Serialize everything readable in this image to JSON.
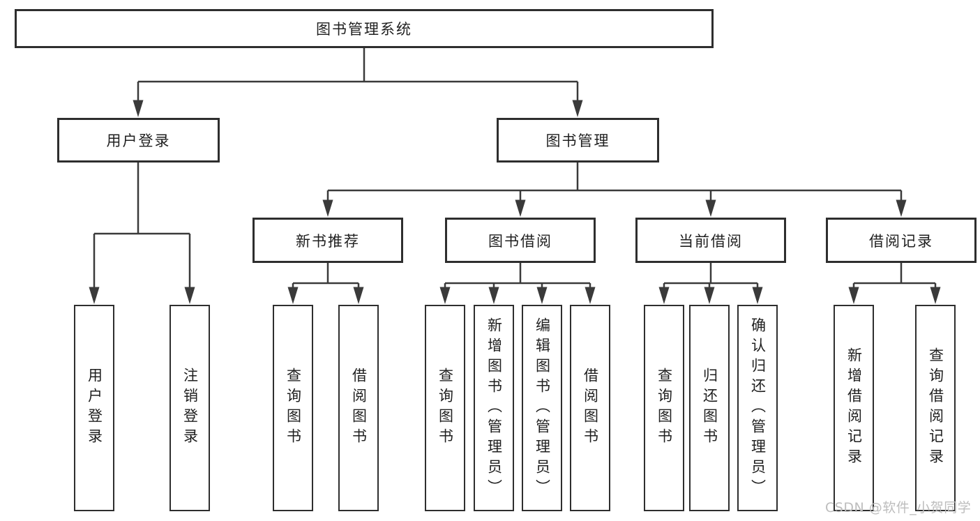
{
  "diagram": {
    "root": {
      "label": "图书管理系统"
    },
    "level2": [
      {
        "label": "用户登录"
      },
      {
        "label": "图书管理"
      }
    ],
    "level3": [
      {
        "label": "新书推荐",
        "parent": "图书管理"
      },
      {
        "label": "图书借阅",
        "parent": "图书管理"
      },
      {
        "label": "当前借阅",
        "parent": "图书管理"
      },
      {
        "label": "借阅记录",
        "parent": "图书管理"
      }
    ],
    "leaves": [
      {
        "label": "用户登录",
        "parent": "用户登录"
      },
      {
        "label": "注销登录",
        "parent": "用户登录"
      },
      {
        "label": "查询图书",
        "parent": "新书推荐"
      },
      {
        "label": "借阅图书",
        "parent": "新书推荐"
      },
      {
        "label": "查询图书",
        "parent": "图书借阅"
      },
      {
        "label": "新增图书（管理员）",
        "parent": "图书借阅"
      },
      {
        "label": "编辑图书（管理员）",
        "parent": "图书借阅"
      },
      {
        "label": "借阅图书",
        "parent": "图书借阅"
      },
      {
        "label": "查询图书",
        "parent": "当前借阅"
      },
      {
        "label": "归还图书",
        "parent": "当前借阅"
      },
      {
        "label": "确认归还（管理员）",
        "parent": "当前借阅"
      },
      {
        "label": "新增借阅记录",
        "parent": "借阅记录"
      },
      {
        "label": "查询借阅记录",
        "parent": "借阅记录"
      }
    ],
    "line_color": "#3a3a3a",
    "box_border_color": "#2e2e2e"
  },
  "watermark": {
    "text": "CSDN @软件_小贺同学"
  }
}
